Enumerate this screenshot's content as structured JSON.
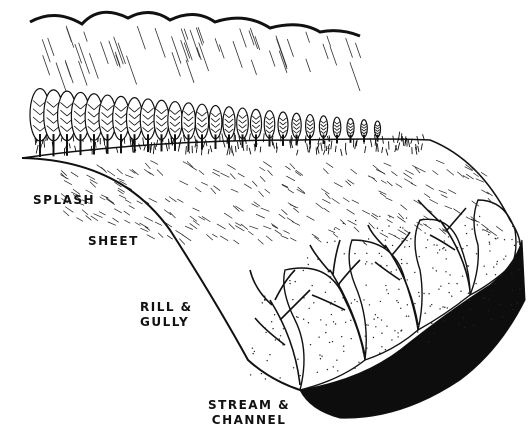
{
  "labels": {
    "splash": "SPLASH",
    "sheet": "SHEET",
    "rill_line1": "RILL &",
    "rill_line2": "GULLY",
    "stream_line1": "STREAM &",
    "stream_line2": "CHANNEL"
  },
  "colors": {
    "ink": "#111111",
    "paper": "#ffffff"
  }
}
